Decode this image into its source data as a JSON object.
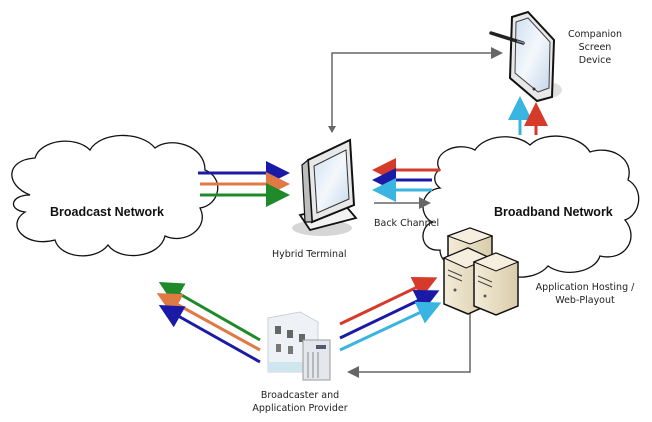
{
  "diagram": {
    "nodes": {
      "broadcast_network": {
        "label": "Broadcast Network"
      },
      "broadband_network": {
        "label": "Broadband Network"
      },
      "hybrid_terminal": {
        "label": "Hybrid Terminal"
      },
      "companion_device": {
        "label_lines": [
          "Companion",
          "Screen",
          "Device"
        ]
      },
      "app_hosting": {
        "label_lines": [
          "Application Hosting /",
          "Web-Playout"
        ]
      },
      "broadcaster": {
        "label_lines": [
          "Broadcaster and",
          "Application Provider"
        ]
      }
    },
    "edge_labels": {
      "back_channel": "Back Channel"
    },
    "colors": {
      "blue": "#1a1aa6",
      "orange": "#e07a45",
      "green": "#1f8a2a",
      "red": "#d63a2a",
      "cyan": "#3ab4e0",
      "gray": "#666666"
    },
    "edges": [
      {
        "from": "broadcast_network",
        "to": "hybrid_terminal",
        "colors": [
          "blue",
          "orange",
          "green"
        ]
      },
      {
        "from": "broadband_network",
        "to": "hybrid_terminal",
        "colors": [
          "red",
          "blue",
          "cyan"
        ]
      },
      {
        "from": "hybrid_terminal",
        "to": "broadband_network",
        "colors": [
          "gray"
        ],
        "label": "back_channel"
      },
      {
        "from": "broadband_network",
        "to": "companion_device",
        "colors": [
          "cyan",
          "red"
        ]
      },
      {
        "from": "hybrid_terminal",
        "to": "companion_device",
        "colors": [
          "gray"
        ],
        "bidirectional": true
      },
      {
        "from": "broadcaster",
        "to": "broadcast_network",
        "colors": [
          "green",
          "orange",
          "blue"
        ]
      },
      {
        "from": "broadcaster",
        "to": "app_hosting",
        "colors": [
          "red",
          "blue",
          "cyan"
        ]
      },
      {
        "from": "app_hosting",
        "to": "broadcaster",
        "colors": [
          "gray"
        ]
      }
    ]
  }
}
